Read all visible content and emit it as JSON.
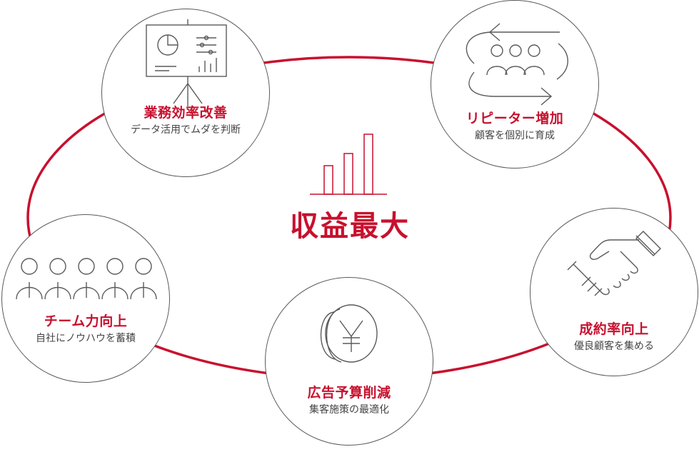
{
  "colors": {
    "accent": "#c8102e",
    "line": "#5a5a5a",
    "text": "#444444"
  },
  "center": {
    "label": "収益最大",
    "icon": "bar-chart-icon"
  },
  "nodes": [
    {
      "title": "業務効率改善",
      "subtitle": "データ活用でムダを判断",
      "icon": "presentation-board-icon"
    },
    {
      "title": "リピーター増加",
      "subtitle": "顧客を個別に育成",
      "icon": "repeat-customers-icon"
    },
    {
      "title": "チーム力向上",
      "subtitle": "自社にノウハウを蓄積",
      "icon": "team-members-icon"
    },
    {
      "title": "広告予算削減",
      "subtitle": "集客施策の最適化",
      "icon": "yen-coin-icon"
    },
    {
      "title": "成約率向上",
      "subtitle": "優良顧客を集める",
      "icon": "handshake-icon"
    }
  ]
}
